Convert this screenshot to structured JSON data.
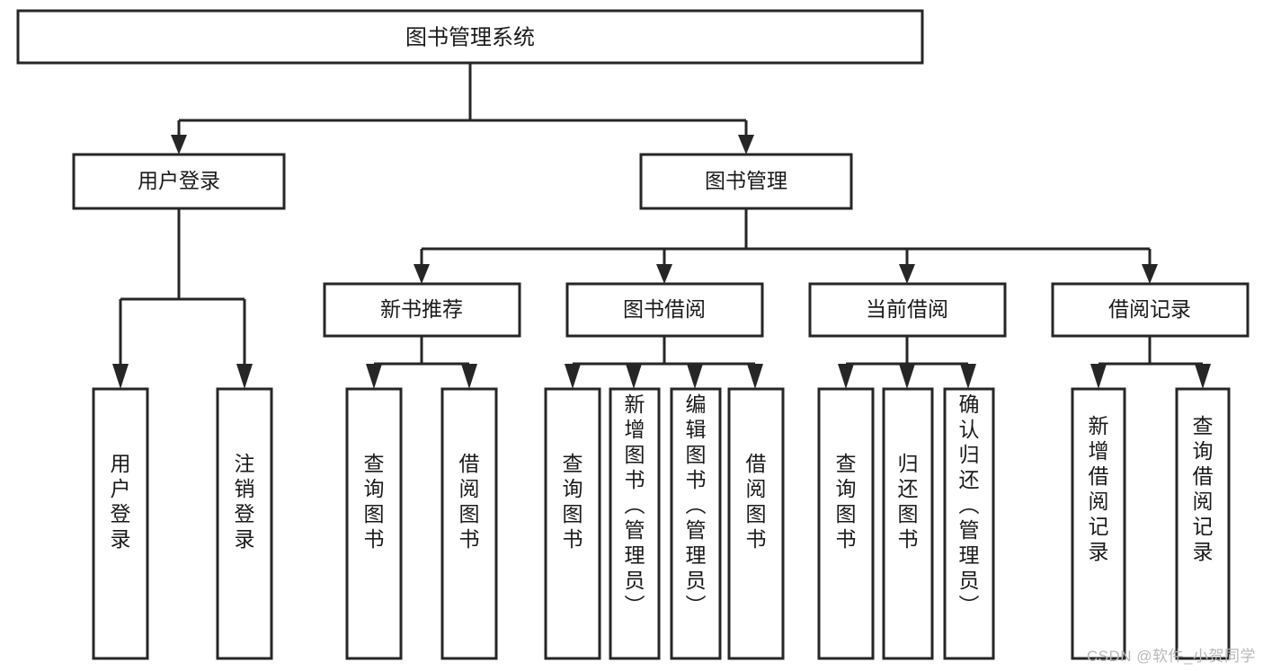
{
  "diagram": {
    "title": "图书管理系统",
    "type": "tree-hierarchy",
    "root": {
      "id": "root",
      "label": "图书管理系统"
    },
    "level2": [
      {
        "id": "user-login",
        "label": "用户登录"
      },
      {
        "id": "book-manage",
        "label": "图书管理"
      }
    ],
    "level3": [
      {
        "id": "new-book-recommend",
        "label": "新书推荐",
        "parent": "book-manage"
      },
      {
        "id": "book-borrow",
        "label": "图书借阅",
        "parent": "book-manage"
      },
      {
        "id": "current-borrow",
        "label": "当前借阅",
        "parent": "book-manage"
      },
      {
        "id": "borrow-record",
        "label": "借阅记录",
        "parent": "book-manage"
      }
    ],
    "leaves": [
      {
        "id": "leaf-user-login",
        "label": "用户登录",
        "parent": "user-login"
      },
      {
        "id": "leaf-logout",
        "label": "注销登录",
        "parent": "user-login"
      },
      {
        "id": "leaf-query-book-1",
        "label": "查询图书",
        "parent": "new-book-recommend"
      },
      {
        "id": "leaf-borrow-book-1",
        "label": "借阅图书",
        "parent": "new-book-recommend"
      },
      {
        "id": "leaf-query-book-2",
        "label": "查询图书",
        "parent": "book-borrow"
      },
      {
        "id": "leaf-add-book",
        "label": "新增图书（管理员）",
        "parent": "book-borrow"
      },
      {
        "id": "leaf-edit-book",
        "label": "编辑图书（管理员）",
        "parent": "book-borrow"
      },
      {
        "id": "leaf-borrow-book-2",
        "label": "借阅图书",
        "parent": "book-borrow"
      },
      {
        "id": "leaf-query-book-3",
        "label": "查询图书",
        "parent": "current-borrow"
      },
      {
        "id": "leaf-return-book",
        "label": "归还图书",
        "parent": "current-borrow"
      },
      {
        "id": "leaf-confirm-return",
        "label": "确认归还（管理员）",
        "parent": "current-borrow"
      },
      {
        "id": "leaf-add-record",
        "label": "新增借阅记录",
        "parent": "borrow-record"
      },
      {
        "id": "leaf-query-record",
        "label": "查询借阅记录",
        "parent": "borrow-record"
      }
    ],
    "colors": {
      "stroke": "#262626",
      "fill": "#ffffff",
      "text": "#1a1a1a",
      "watermark": "#b8b8b8"
    }
  },
  "watermark": {
    "text": "CSDN @软件_小贺同学"
  }
}
